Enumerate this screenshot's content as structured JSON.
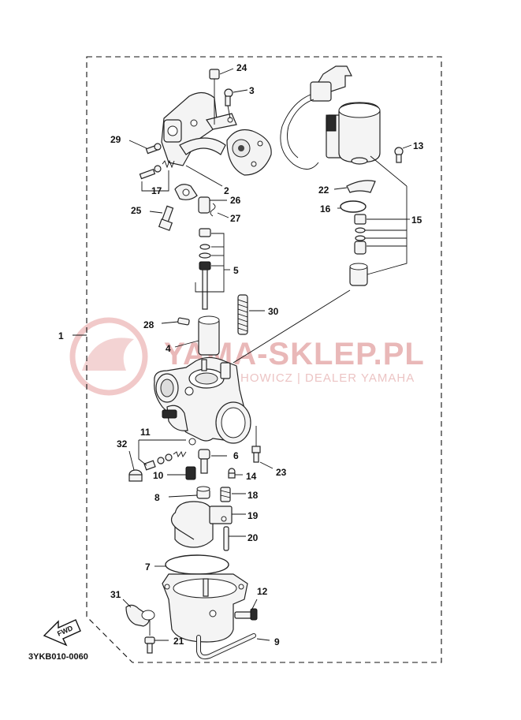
{
  "watermark": {
    "brand": "YAMA-SKLEP.PL",
    "dealer": "HOWICZ | DEALER YAMAHA"
  },
  "diagram_code": "3YKB010-0060",
  "fwd_label": "FWD",
  "callouts": {
    "c1": "1",
    "c2": "2",
    "c3": "3",
    "c4": "4",
    "c5": "5",
    "c6": "6",
    "c7": "7",
    "c8": "8",
    "c9": "9",
    "c10": "10",
    "c11": "11",
    "c12": "12",
    "c13": "13",
    "c14": "14",
    "c15": "15",
    "c16": "16",
    "c17": "17",
    "c18": "18",
    "c19": "19",
    "c20": "20",
    "c21": "21",
    "c22": "22",
    "c23": "23",
    "c24": "24",
    "c25": "25",
    "c26": "26",
    "c27": "27",
    "c28": "28",
    "c29": "29",
    "c30": "30",
    "c31": "31",
    "c32": "32"
  }
}
